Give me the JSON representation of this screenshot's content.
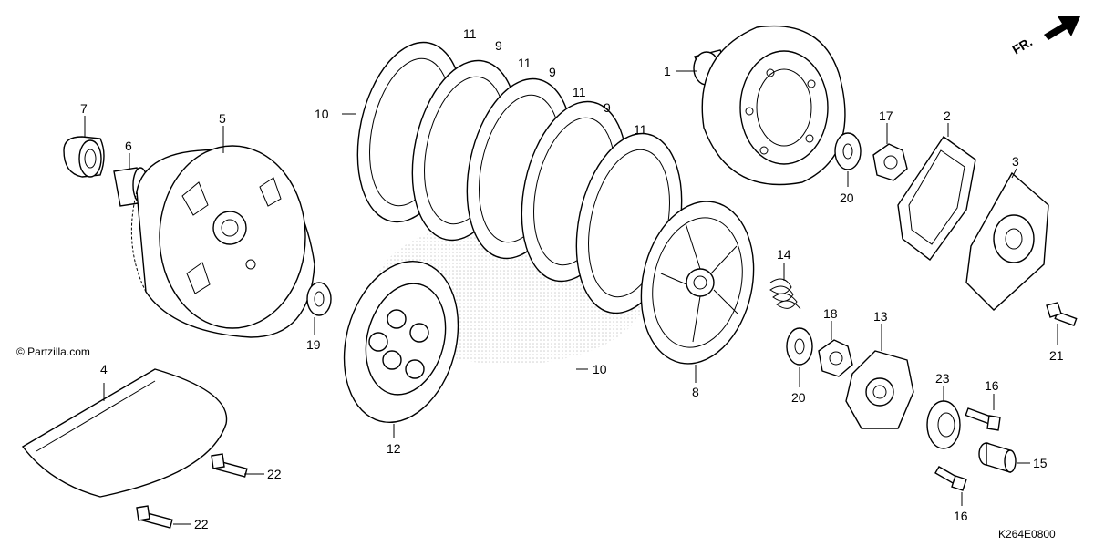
{
  "watermark": "© Partzilla.com",
  "direction_label": "FR.",
  "diagram_code": "K264E0800",
  "callouts": {
    "c1": "1",
    "c2": "2",
    "c3": "3",
    "c4": "4",
    "c5": "5",
    "c6": "6",
    "c7": "7",
    "c8": "8",
    "c9a": "9",
    "c9b": "9",
    "c9c": "9",
    "c10a": "10",
    "c10b": "10",
    "c11a": "11",
    "c11b": "11",
    "c11c": "11",
    "c11d": "11",
    "c12": "12",
    "c13": "13",
    "c14": "14",
    "c15": "15",
    "c16a": "16",
    "c16b": "16",
    "c17": "17",
    "c18": "18",
    "c19": "19",
    "c20a": "20",
    "c20b": "20",
    "c21": "21",
    "c22a": "22",
    "c22b": "22",
    "c23": "23"
  }
}
